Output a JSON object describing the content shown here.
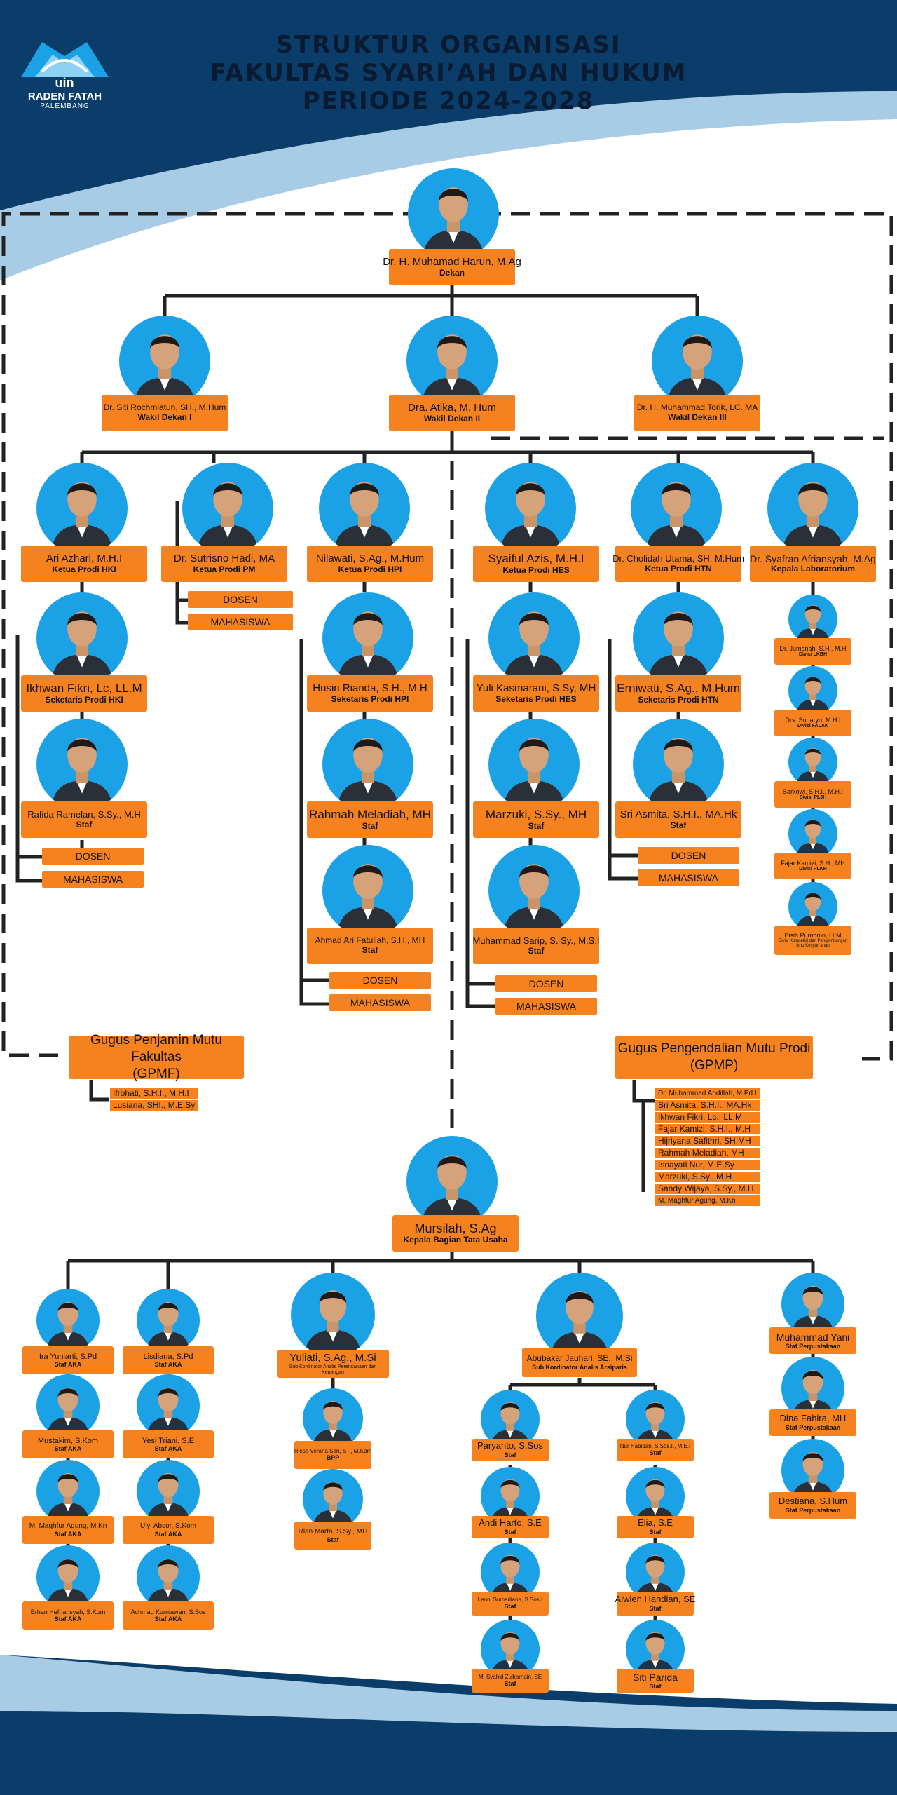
{
  "header": {
    "title_1": "STRUKTUR ORGANISASI",
    "title_2": "FAKULTAS SYARI’AH DAN HUKUM",
    "title_3": "PERIODE 2024-2028",
    "logo_text": "uin",
    "logo_line_1": "RADEN FATAH",
    "logo_line_2": "PALEMBANG"
  },
  "colors": {
    "navy": "#0a3d69",
    "sky": "#1ba2e6",
    "orange": "#f5821f",
    "light_blue": "#a8cce6"
  },
  "tags": {
    "dosen": "DOSEN",
    "mahasiswa": "MAHASISWA"
  },
  "dekan": {
    "name": "Dr. H. Muhamad Harun, M.Ag",
    "role": "Dekan"
  },
  "wakil": [
    {
      "name": "Dr. Siti Rochmiatun, SH., M.Hum",
      "role": "Wakil Dekan I"
    },
    {
      "name": "Dra. Atika, M. Hum",
      "role": "Wakil Dekan II"
    },
    {
      "name": "Dr. H. Muhammad Torik, LC. MA",
      "role": "Wakil Dekan III"
    }
  ],
  "prodi": [
    {
      "name": "Ari Azhari, M.H.I",
      "role": "Ketua Prodi HKI"
    },
    {
      "name": "Dr. Sutrisno Hadi, MA",
      "role": "Ketua Prodi PM"
    },
    {
      "name": "Nilawati, S.Ag., M.Hum",
      "role": "Ketua Prodi HPI"
    },
    {
      "name": "Syaiful Azis, M.H.I",
      "role": "Ketua Prodi HES"
    },
    {
      "name": "Dr. Cholidah Utama, SH, M.Hum",
      "role": "Ketua Prodi HTN"
    },
    {
      "name": "Dr. Syafran Afriansyah, M.Ag",
      "role": "Kepala Laboratorium"
    }
  ],
  "hki": [
    {
      "name": "Ikhwan Fikri, Lc, LL.M",
      "role": "Seketaris Prodi HKI"
    },
    {
      "name": "Rafida Ramelan, S.Sy., M.H",
      "role": "Staf"
    }
  ],
  "hpi": [
    {
      "name": "Husin Rianda, S.H., M.H",
      "role": "Seketaris Prodi HPI"
    },
    {
      "name": "Rahmah Meladiah, MH",
      "role": "Staf"
    },
    {
      "name": "Ahmad Ari Fatullah, S.H., MH",
      "role": "Staf"
    }
  ],
  "hes": [
    {
      "name": "Yuli Kasmarani, S.Sy, MH",
      "role": "Seketaris Prodi HES"
    },
    {
      "name": "Marzuki, S.Sy., MH",
      "role": "Staf"
    },
    {
      "name": "Muhammad Sarip, S. Sy., M.S.I",
      "role": "Staf"
    }
  ],
  "htn": [
    {
      "name": "Erniwati, S.Ag., M.Hum",
      "role": "Seketaris Prodi HTN"
    },
    {
      "name": "Sri Asmita, S.H.I., MA.Hk",
      "role": "Staf"
    }
  ],
  "lab": [
    {
      "name": "Dr. Jumanah, S.H., M.H",
      "role": "Divisi LKBH"
    },
    {
      "name": "Drs. Sunaryo, M.H.I",
      "role": "Divisi FALAK"
    },
    {
      "name": "Sarkowi, S.H.I., M.H.I",
      "role": "Divisi PLJH"
    },
    {
      "name": "Fajar Kamizi, S.H., MH",
      "role": "Divisi PLKH"
    },
    {
      "name": "Bisih Purnomo, LLM",
      "role": "Divisi Kompetisi dan Pengembangan Ilmu Kesyari'ahan"
    }
  ],
  "gpmf": {
    "title_1": "Gugus Penjamin Mutu Fakultas",
    "title_2": "(GPMF)",
    "members": [
      "Ifrohati, S.H.I., M.H.I",
      "Lusiana, SHI., M.E.Sy"
    ]
  },
  "gpmp": {
    "title_1": "Gugus Pengendalian Mutu Prodi",
    "title_2": "(GPMP)",
    "members": [
      "Dr. Muhammad Abdillah, M.Pd.I",
      "Sri Asmita, S.H.I., MA.Hk",
      "Ikhwan Fikri, Lc., LL.M",
      "Fajar Kamizi, S.H.I., M.H",
      "Hijriyana Safithri, SH.MH",
      "Rahmah Meladiah, MH",
      "Isnayati Nur, M.E.Sy",
      "Marzuki, S.Sy., M.H",
      "Sandy Wijaya, S.Sy., M.H",
      "M. Maghfur Agung, M.Kn"
    ]
  },
  "kabag": {
    "name": "Mursilah, S.Ag",
    "role": "Kepala Bagian Tata Usaha"
  },
  "aka_left": [
    {
      "name": "Ira Yuniarti, S.Pd",
      "role": "Staf AKA"
    },
    {
      "name": "Mustakim, S.Kom",
      "role": "Staf AKA"
    },
    {
      "name": "M. Maghfur Agung, M.Kn",
      "role": "Staf AKA"
    },
    {
      "name": "Erhan Hefriansyah, S.Kom",
      "role": "Staf AKA"
    }
  ],
  "aka_right": [
    {
      "name": "Lisdiana, S.Pd",
      "role": "Staf AKA"
    },
    {
      "name": "Yesi Triani, S.E",
      "role": "Staf AKA"
    },
    {
      "name": "Ulyl Absor, S.Kom",
      "role": "Staf AKA"
    },
    {
      "name": "Achmad Kurniawan, S.Sos",
      "role": "Staf AKA"
    }
  ],
  "keu": [
    {
      "name": "Yuliati, S.Ag., M.Si",
      "role": "Sub Kordinator Analis Perencanaan dan Keuangan"
    },
    {
      "name": "Riesa Verana Sari, ST., M.Kom",
      "role": "BPP"
    },
    {
      "name": "Rian Marta, S.Sy., MH",
      "role": "Staf"
    }
  ],
  "arsip": {
    "name": "Abubakar Jauhari, SE., M.Si",
    "role": "Sub Kordinator Analis Arsiparis"
  },
  "arsip_left": [
    {
      "name": "Paryanto, S.Sos",
      "role": "Staf"
    },
    {
      "name": "Andi Harto, S.E",
      "role": "Staf"
    },
    {
      "name": "Lenni Sumarliana, S.Sos.I",
      "role": "Staf"
    },
    {
      "name": "M. Syahid Zulkarnain, SE",
      "role": "Staf"
    }
  ],
  "arsip_right": [
    {
      "name": "Nur Habibah, S.Sos.I., M.E.I",
      "role": "Staf"
    },
    {
      "name": "Elia, S.E",
      "role": "Staf"
    },
    {
      "name": "Alwien Handian, SE",
      "role": "Staf"
    },
    {
      "name": "Siti Parida",
      "role": "Staf"
    }
  ],
  "pustaka": [
    {
      "name": "Muhammad Yani",
      "role": "Staf Perpustakaan"
    },
    {
      "name": "Dina Fahira, MH",
      "role": "Staf Perpustakaan"
    },
    {
      "name": "Destiana, S.Hum",
      "role": "Staf Perpustakaan"
    }
  ]
}
